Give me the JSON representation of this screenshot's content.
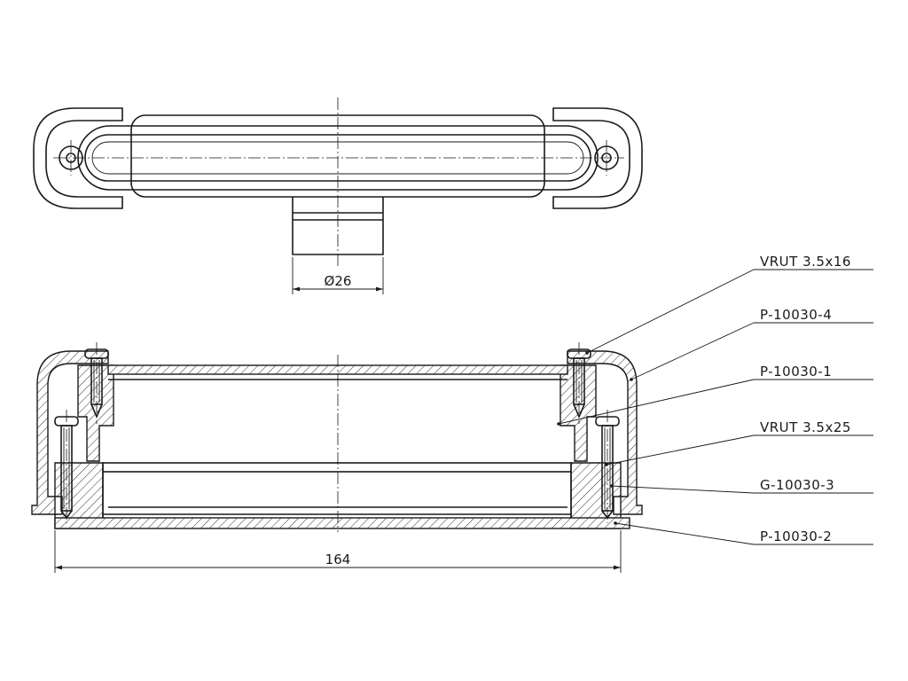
{
  "dimensions": {
    "diameter": "Ø26",
    "width": "164"
  },
  "callouts": [
    {
      "id": "screw-short",
      "text": "VRUT 3.5x16"
    },
    {
      "id": "cover",
      "text": "P-10030-4"
    },
    {
      "id": "body",
      "text": "P-10030-1"
    },
    {
      "id": "screw-long",
      "text": "VRUT 3.5x25"
    },
    {
      "id": "gasket",
      "text": "G-10030-3"
    },
    {
      "id": "base",
      "text": "P-10030-2"
    }
  ]
}
